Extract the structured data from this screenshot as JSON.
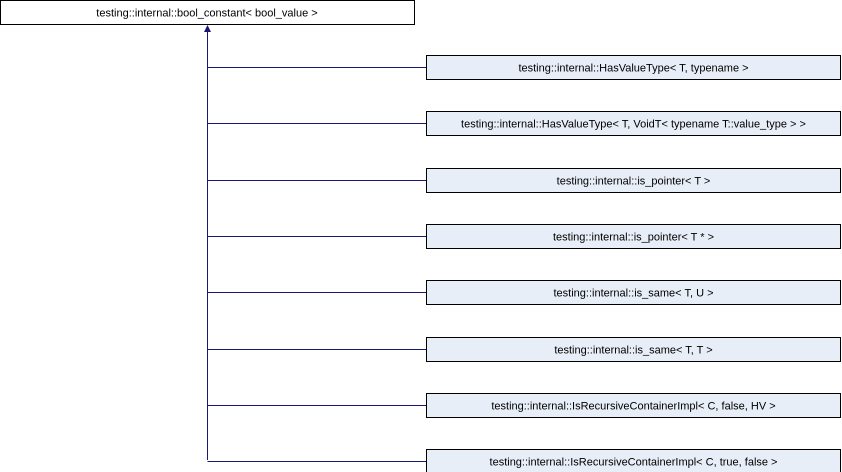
{
  "diagram": {
    "base_class": {
      "label": "testing::internal::bool_constant< bool_value >"
    },
    "derived_classes": [
      {
        "label": "testing::internal::HasValueType< T, typename >"
      },
      {
        "label": "testing::internal::HasValueType< T, VoidT< typename T::value_type > >"
      },
      {
        "label": "testing::internal::is_pointer< T >"
      },
      {
        "label": "testing::internal::is_pointer< T * >"
      },
      {
        "label": "testing::internal::is_same< T, U >"
      },
      {
        "label": "testing::internal::is_same< T, T >"
      },
      {
        "label": "testing::internal::IsRecursiveContainerImpl< C, false, HV >"
      },
      {
        "label": "testing::internal::IsRecursiveContainerImpl< C, true, false >"
      }
    ],
    "colors": {
      "base_fill": "#ffffff",
      "derived_fill": "#e8eef7",
      "node_stroke": "#000000",
      "edge": "#191970"
    }
  }
}
